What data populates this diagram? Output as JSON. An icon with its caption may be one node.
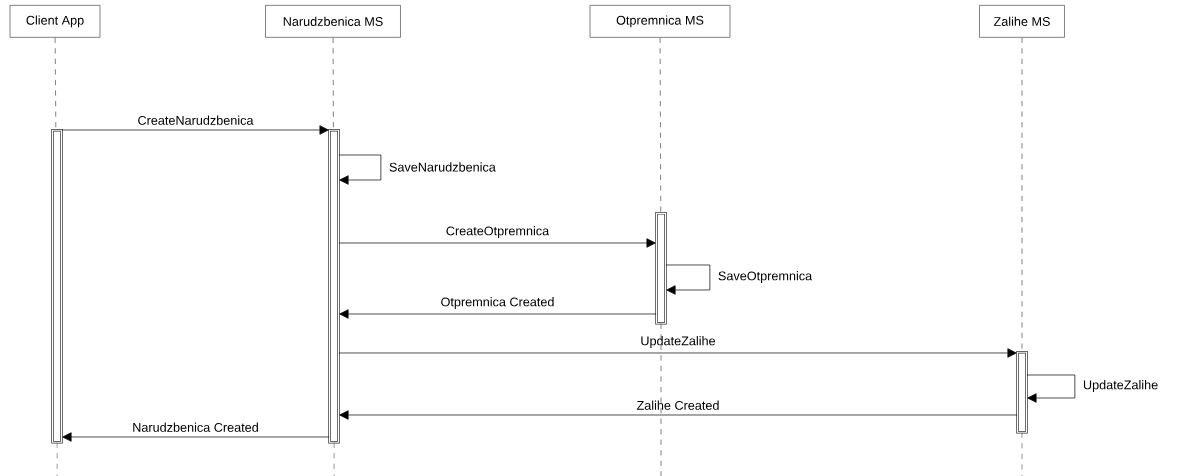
{
  "diagram": {
    "nodes": [
      {
        "text": [
          "Client App"
        ]
      },
      {
        "text": [
          "Narudzbenica MS"
        ]
      },
      {
        "text": [
          "Otpremnica MS"
        ]
      },
      {
        "text": [
          "Zalihe MS"
        ]
      },
      {
        "text": [],
        "shape": "bar"
      },
      {
        "text": [],
        "shape": "bar"
      },
      {
        "text": [],
        "shape": "bar"
      },
      {
        "text": [],
        "shape": "bar"
      }
    ],
    "edges": [
      {
        "from": 0,
        "to": 4,
        "arrow": "none",
        "style": "dashed"
      },
      {
        "from": 1,
        "to": 5,
        "arrow": "none",
        "style": "dashed"
      },
      {
        "from": 2,
        "to": 6,
        "arrow": "none",
        "style": "dashed"
      },
      {
        "from": 3,
        "to": 7,
        "arrow": "none",
        "style": "dashed"
      },
      {
        "from": 4,
        "to": 5,
        "arrow": "to",
        "label": "CreateNarudzbenica"
      },
      {
        "from": 5,
        "to": 5,
        "arrow": "to",
        "label": "SaveNarudzbenica"
      },
      {
        "from": 5,
        "to": 6,
        "arrow": "to",
        "label": "CreateOtpremnica"
      },
      {
        "from": 6,
        "to": 6,
        "arrow": "to",
        "label": "SaveOtpremnica"
      },
      {
        "from": 6,
        "to": 5,
        "arrow": "to",
        "label": "Otpremnica Created"
      },
      {
        "from": 5,
        "to": 7,
        "arrow": "to",
        "label": "UpdateZalihe"
      },
      {
        "from": 7,
        "to": 7,
        "arrow": "to",
        "label": "UpdateZalihe"
      },
      {
        "from": 7,
        "to": 5,
        "arrow": "to",
        "label": "Zalihe Created"
      },
      {
        "from": 5,
        "to": 4,
        "arrow": "to",
        "label": "Narudzbenica Created"
      }
    ]
  }
}
